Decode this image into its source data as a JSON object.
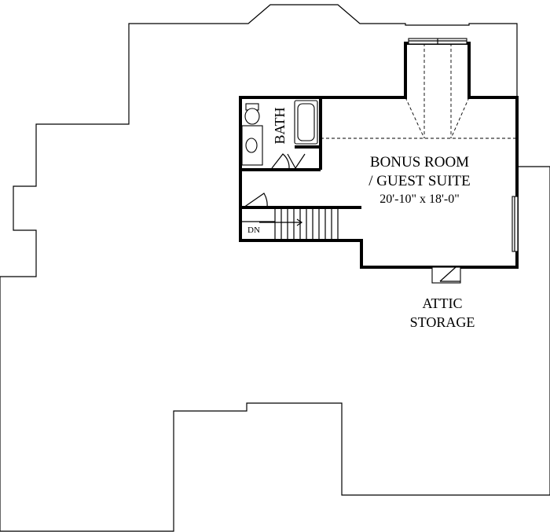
{
  "rooms": {
    "bonus_line1": "BONUS ROOM",
    "bonus_line2": "/ GUEST SUITE",
    "bonus_dims": "20'-10\" x 18'-0\"",
    "bath": "BATH",
    "attic_line1": "ATTIC",
    "attic_line2": "STORAGE",
    "stair_dn": "DN"
  }
}
